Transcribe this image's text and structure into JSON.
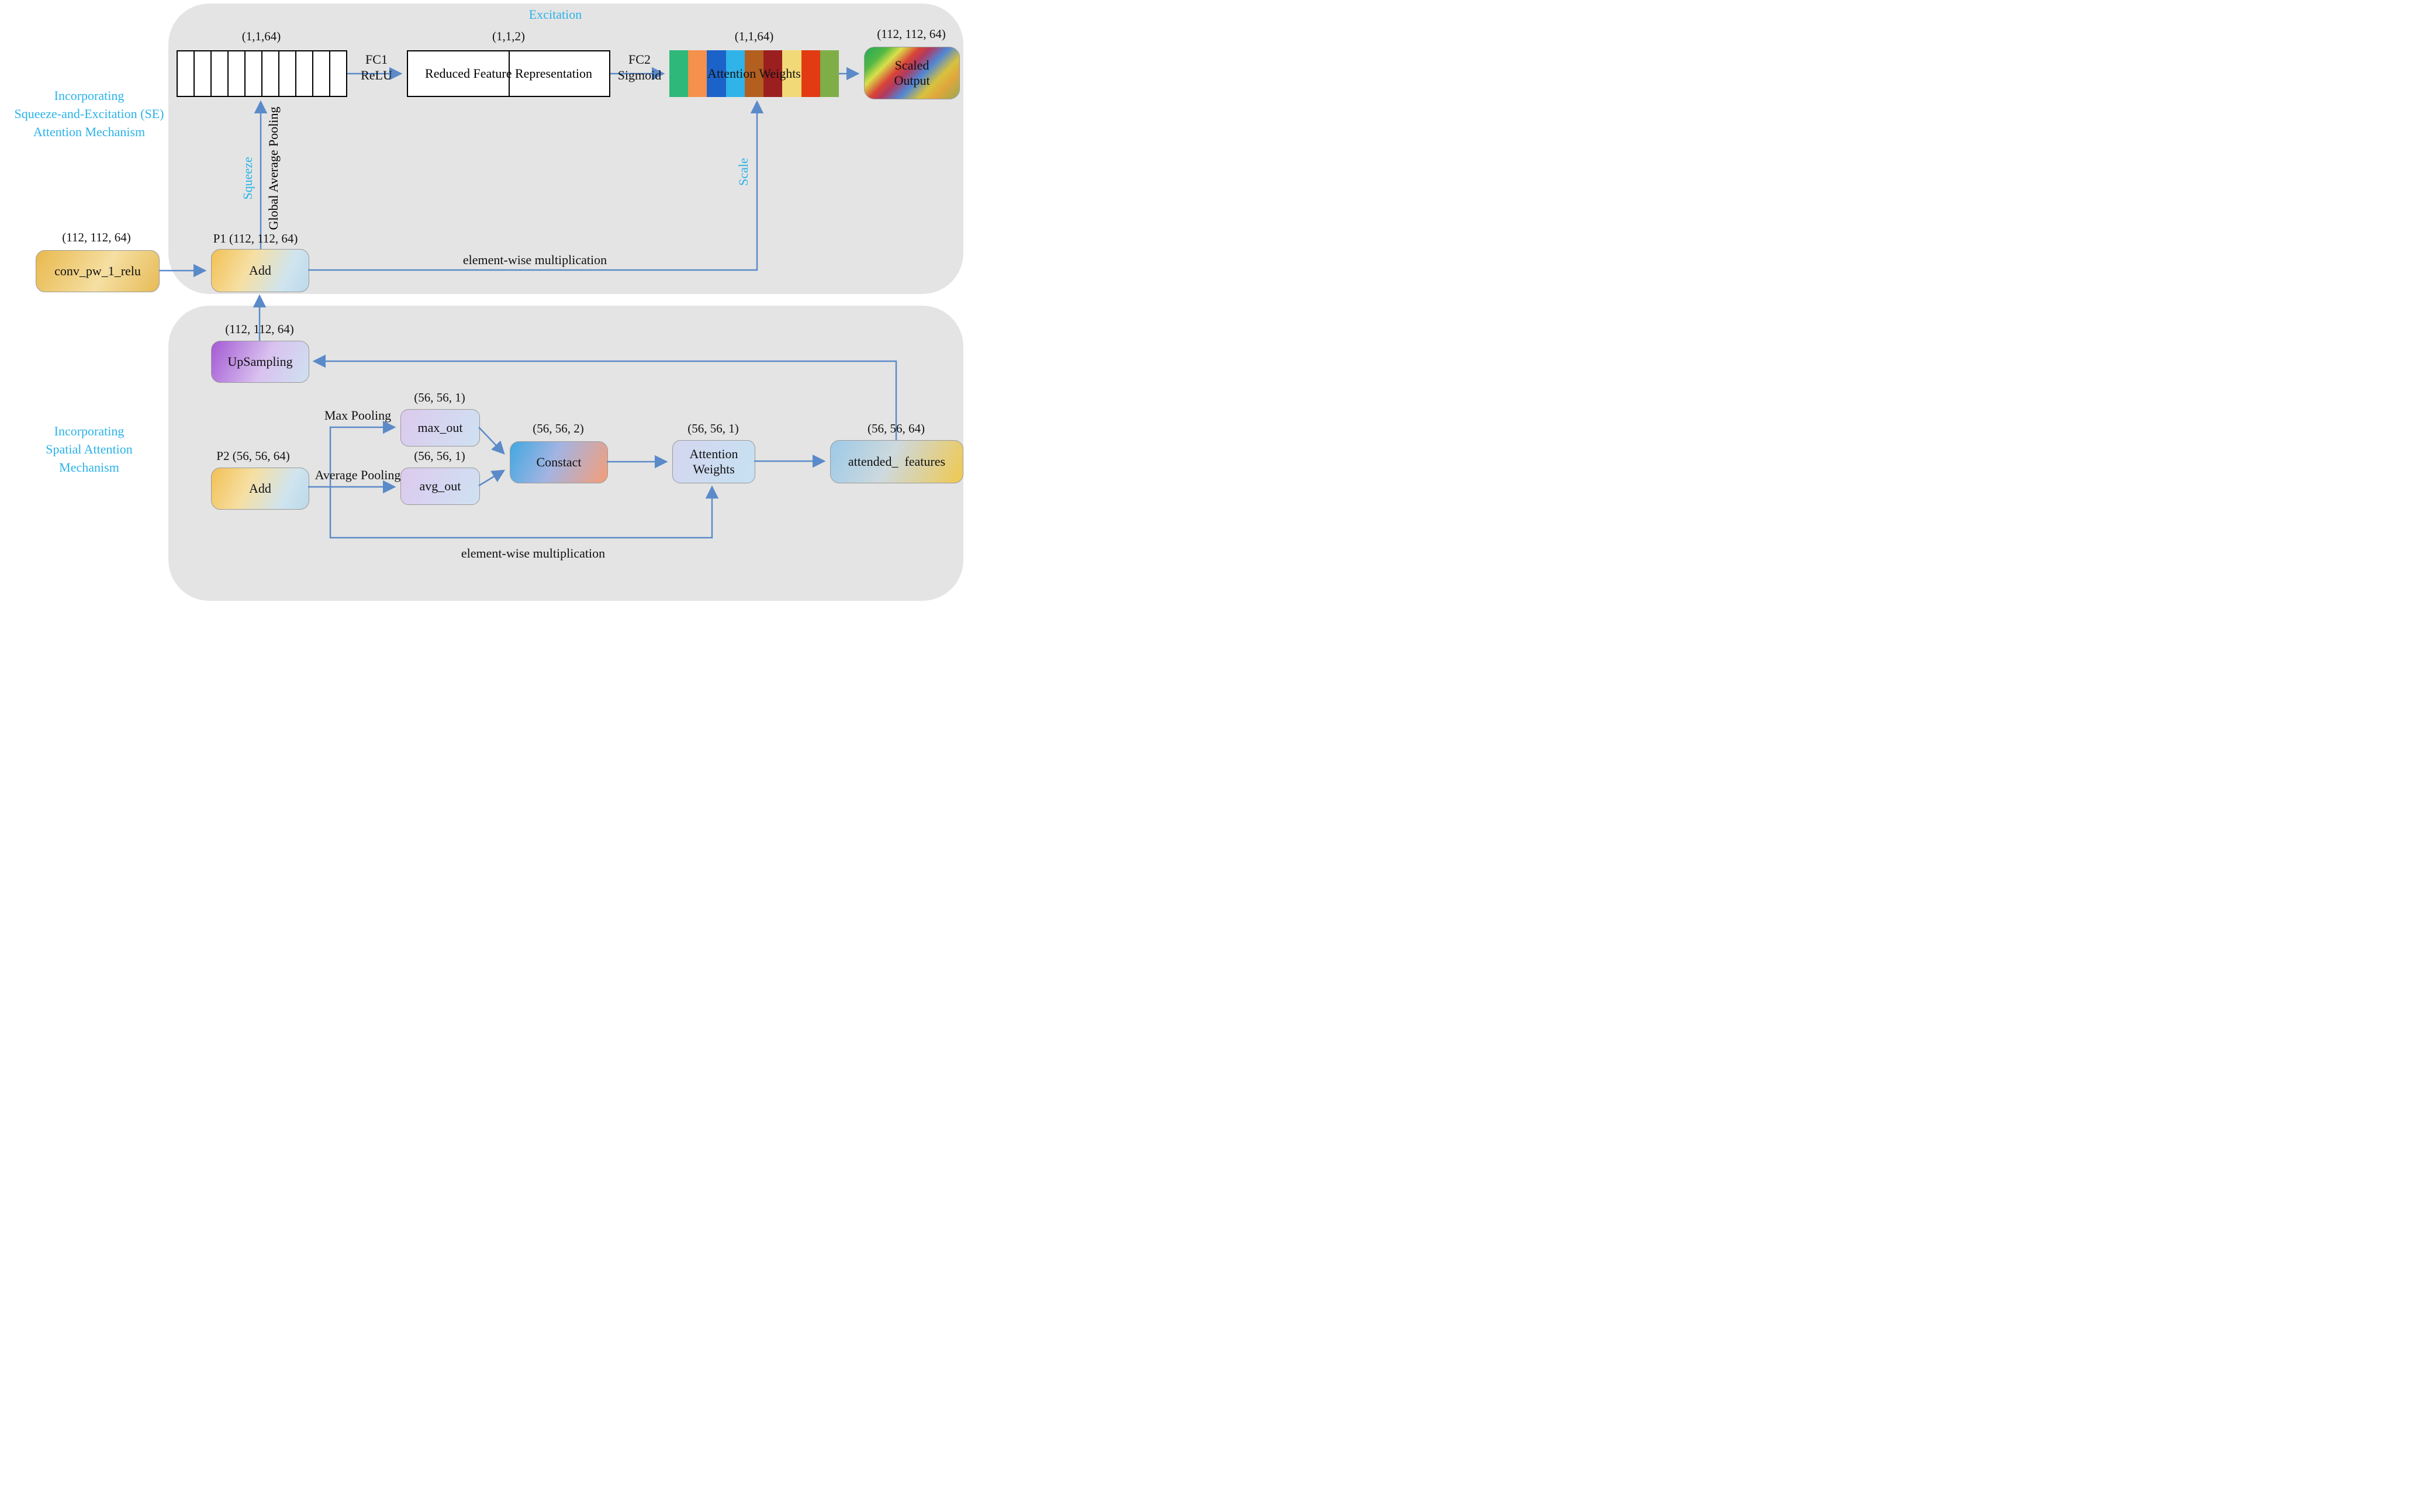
{
  "colors": {
    "panel_bg": "#e4e4e4",
    "accent_cyan": "#29b2e8",
    "arrow_blue": "#5b8ac9"
  },
  "se_panel": {
    "section_lines": [
      "Incorporating",
      "Squeeze-and-Excitation (SE)",
      "Attention Mechanism"
    ],
    "excitation": "Excitation",
    "squeeze": "Squeeze",
    "gap": "Global Average Pooling",
    "scale": "Scale",
    "vector_dim": "(1,1,64)",
    "vector_cells": 10,
    "fc1": [
      "FC1",
      "ReLU"
    ],
    "reduced_label": "Reduced Feature Representation",
    "reduced_dim": "(1,1,2)",
    "fc2": [
      "FC2",
      "Sigmoid"
    ],
    "aw_label": "Attention Weights",
    "aw_dim": "(1,1,64)",
    "stripe_colors": [
      "#2eb87a",
      "#f5914d",
      "#1c63c9",
      "#2fb3e8",
      "#b35f1f",
      "#9c1f1f",
      "#f2d977",
      "#e23a12",
      "#7fae47"
    ],
    "scaled_lines": [
      "Scaled",
      "Output"
    ],
    "scaled_dim": "(112, 112, 64)",
    "conv_label": "conv_pw_1_relu",
    "conv_dim": "(112, 112, 64)",
    "add_label": "Add",
    "add_dim": "P1  (112, 112, 64)",
    "ewm": "element-wise multiplication"
  },
  "spatial_panel": {
    "section_lines": [
      "Incorporating",
      "Spatial Attention",
      "Mechanism"
    ],
    "upsampling_label": "UpSampling",
    "upsampling_dim": "(112, 112, 64)",
    "add_label": "Add",
    "add_dim": "P2  (56, 56, 64)",
    "max_pooling": "Max Pooling",
    "avg_pooling": "Average Pooling",
    "max_out_label": "max_out",
    "max_out_dim": "(56, 56, 1)",
    "avg_out_label": "avg_out",
    "avg_out_dim": "(56, 56, 1)",
    "constact_label": "Constact",
    "constact_dim": "(56, 56, 2)",
    "aw_lines": [
      "Attention",
      "Weights"
    ],
    "aw_dim": "(56, 56, 1)",
    "attended_label": "attended_  features",
    "attended_dim": "(56, 56, 64)",
    "ewm": "element-wise multiplication"
  }
}
